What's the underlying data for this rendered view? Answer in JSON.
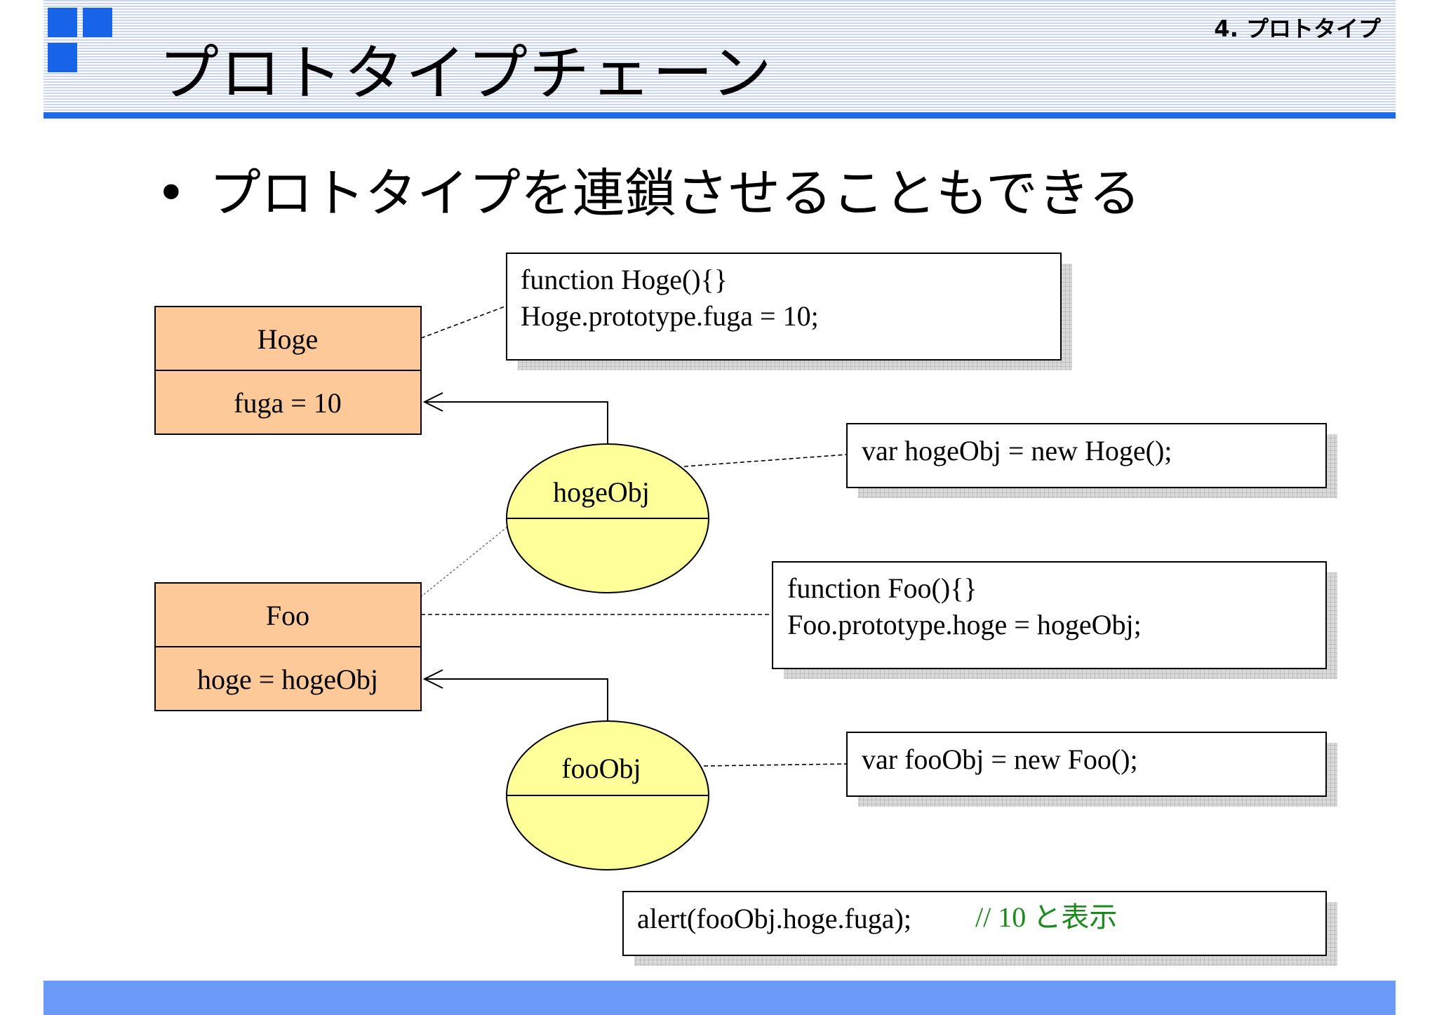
{
  "header": {
    "title": "プロトタイプチェーン",
    "section": "4. プロトタイプ"
  },
  "bullet": "プロトタイプを連鎖させることもできる",
  "classes": [
    {
      "name": "Hoge",
      "member": "fuga = 10"
    },
    {
      "name": "Foo",
      "member": "hoge = hogeObj"
    }
  ],
  "objects": [
    {
      "name": "hogeObj"
    },
    {
      "name": "fooObj"
    }
  ],
  "code_notes": [
    {
      "lines": [
        "function Hoge(){}",
        "Hoge.prototype.fuga = 10;"
      ]
    },
    {
      "lines": [
        "var hogeObj = new Hoge();"
      ]
    },
    {
      "lines": [
        "function Foo(){}",
        "Foo.prototype.hoge = hogeObj;"
      ]
    },
    {
      "lines": [
        "var fooObj = new Foo();"
      ]
    }
  ],
  "alert_note": {
    "code": "alert(fooObj.hoge.fuga);",
    "comment": "// 10 と表示"
  },
  "colors": {
    "header_blue": "#1f6ae6",
    "footer_blue": "#6b9bf8",
    "class_fill": "#fdc998",
    "object_fill": "#ffff99",
    "comment_green": "#1a8a1a"
  }
}
